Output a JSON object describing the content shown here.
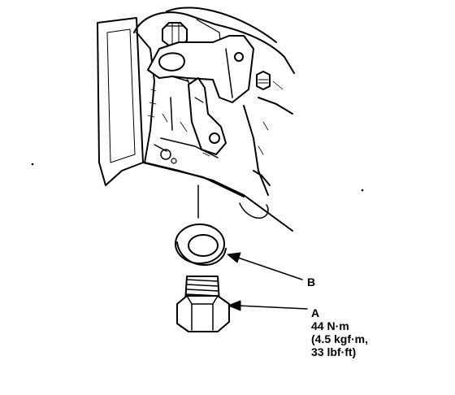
{
  "callouts": {
    "b": {
      "letter": "B"
    },
    "a": {
      "letter": "A",
      "torque_line1": "44 N·m",
      "torque_line2": "(4.5 kgf·m,",
      "torque_line3": "33 lbf·ft)"
    }
  },
  "colors": {
    "ink": "#000000",
    "paper": "#ffffff"
  }
}
